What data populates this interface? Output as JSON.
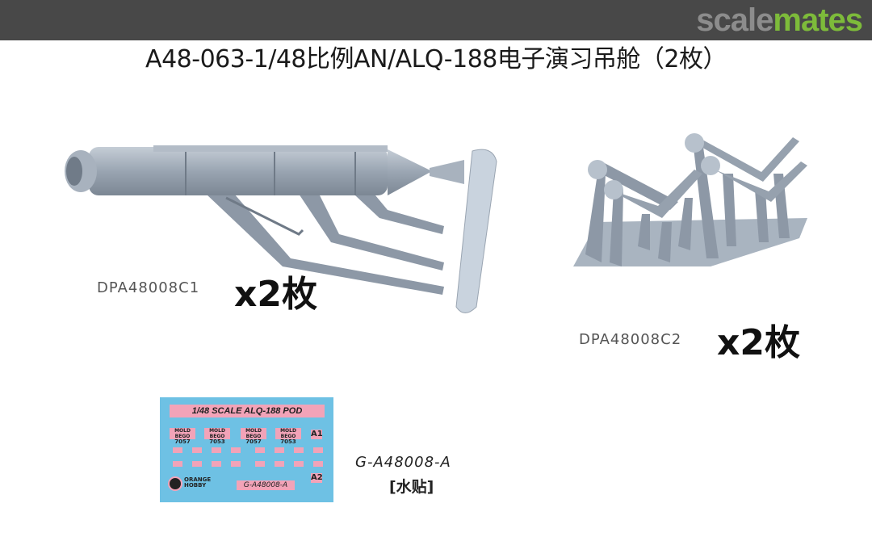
{
  "header": {
    "logo_part1": "scale",
    "logo_part2": "mates",
    "brand_colors": {
      "bar": "#484848",
      "scale": "#8c8c8c",
      "mates": "#7dbb3a"
    }
  },
  "title": "A48-063-1/48比例AN/ALQ-188电子演习吊舱（2枚）",
  "parts": [
    {
      "code": "DPA48008C1",
      "quantity": "x2枚",
      "description": "pod with mounting sprue"
    },
    {
      "code": "DPA48008C2",
      "quantity": "x2枚",
      "description": "pylon parts on sprue"
    }
  ],
  "decal": {
    "header": "1/48 SCALE ALQ-188  POD",
    "tags": [
      {
        "small": "MOLD BEGO",
        "num": "7057"
      },
      {
        "small": "MOLD BEGO",
        "num": "7053"
      },
      {
        "small": "MOLD BEGO",
        "num": "7057"
      },
      {
        "small": "MOLD BEGO",
        "num": "7053"
      }
    ],
    "a1": "A1",
    "a2": "A2",
    "brand_line1": "ORANGE",
    "brand_line2": "HOBBY",
    "code": "G-A48008-A",
    "colors": {
      "sheet": "#6ec1e4",
      "marking": "#f2a3b8"
    }
  },
  "decal_caption": {
    "code": "G-A48008-A",
    "label": "[水贴]"
  }
}
